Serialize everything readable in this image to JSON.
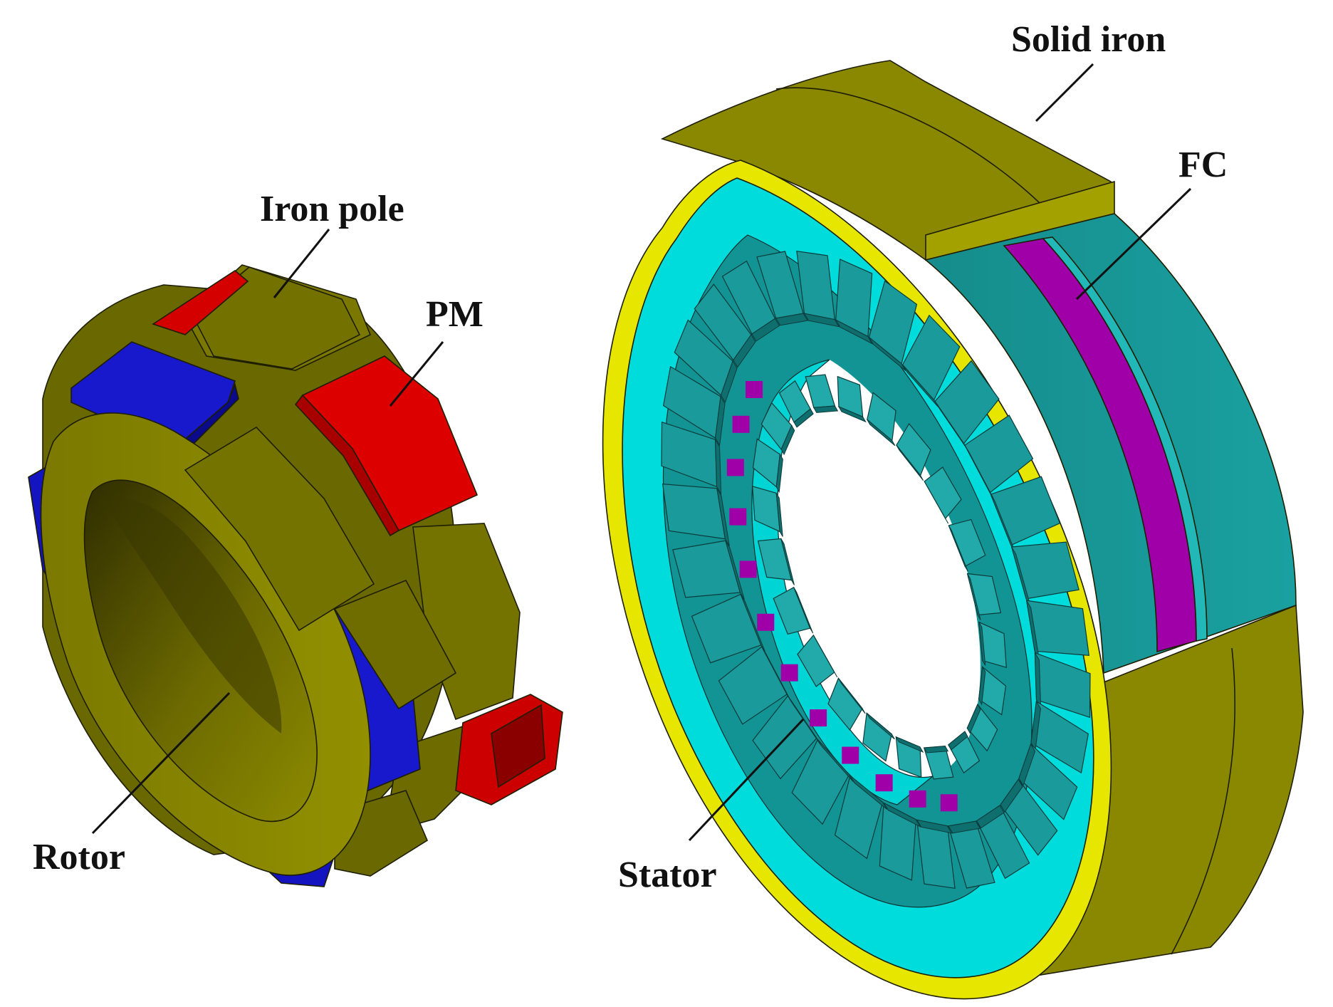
{
  "labels": {
    "iron_pole": "Iron pole",
    "pm": "PM",
    "rotor": "Rotor",
    "solid_iron": "Solid iron",
    "fc": "FC",
    "stator": "Stator"
  },
  "colors": {
    "iron": "#8a8800",
    "iron_dark": "#5f5d00",
    "iron_light": "#9a9700",
    "pm_red": "#dd0000",
    "pm_blue": "#1414c8",
    "stator_cyan": "#00dede",
    "stator_teal": "#1a9a9a",
    "stator_teal_dark": "#0f6e6e",
    "fc_magenta": "#a000a8",
    "rim_yellow": "#e6e600"
  }
}
